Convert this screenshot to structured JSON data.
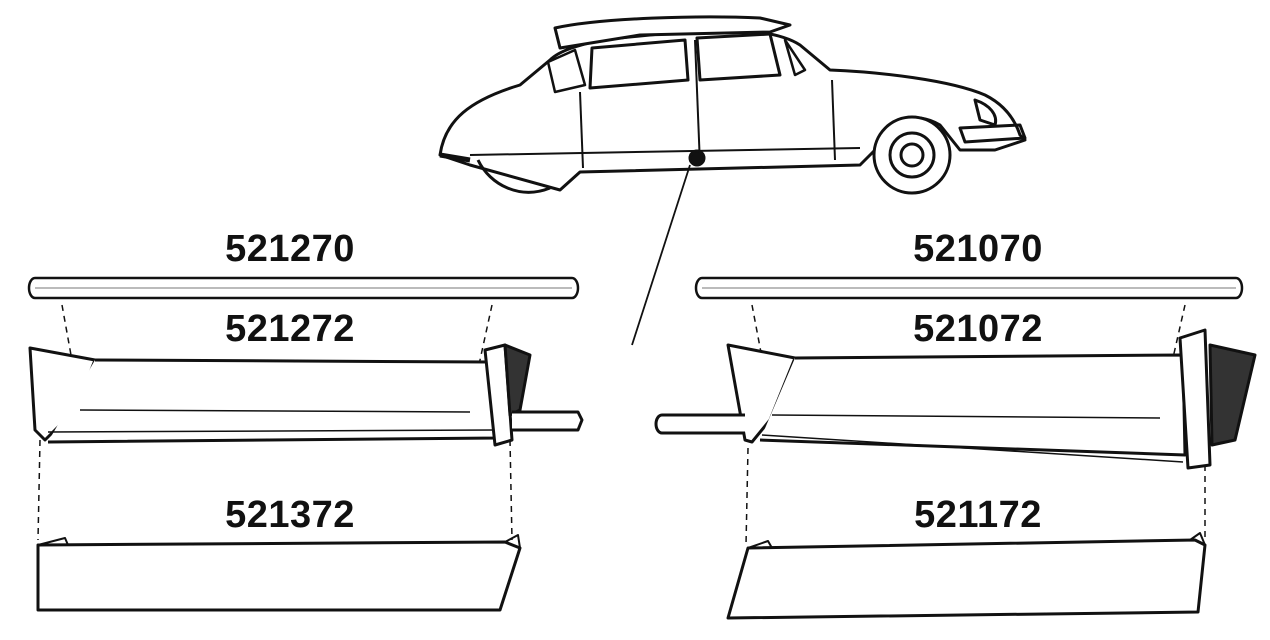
{
  "parts": {
    "left": {
      "rod": "521270",
      "sill": "521272",
      "cover": "521372"
    },
    "right": {
      "rod": "521070",
      "sill": "521072",
      "cover": "521172"
    }
  },
  "colors": {
    "ink": "#111111",
    "background": "#ffffff"
  }
}
